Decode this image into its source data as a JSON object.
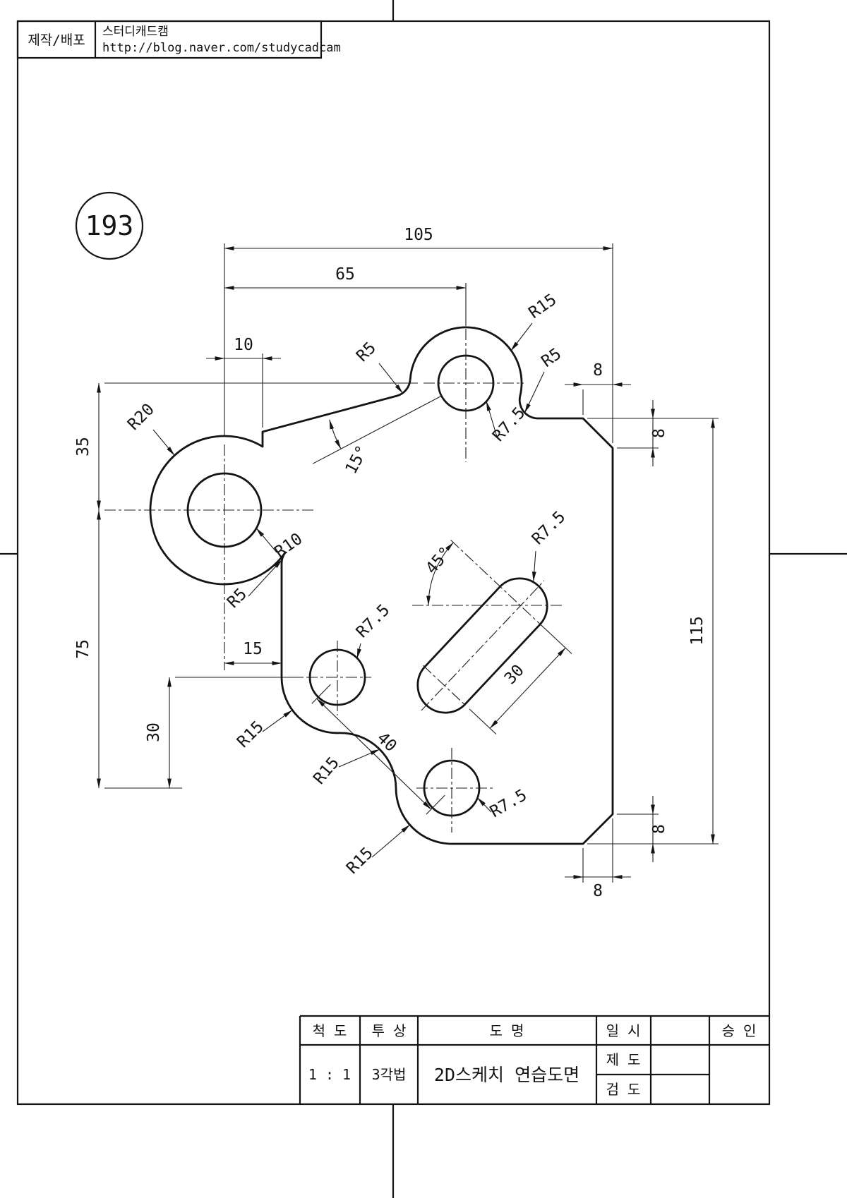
{
  "header": {
    "label": "제작/배포",
    "brand": "스터디캐드캠",
    "url": "http://blog.naver.com/studycadcam"
  },
  "drawing_number": "193",
  "dims": {
    "w105": "105",
    "w65": "65",
    "w10": "10",
    "h35": "35",
    "h75": "75",
    "h30_left": "30",
    "w15": "15",
    "h115": "115",
    "slot30": "30",
    "c40": "40",
    "ch8_top": "8",
    "ch8_right_top": "8",
    "ch8_right_bottom": "8",
    "ch8_bottom": "8",
    "angle15": "15°",
    "angle45": "45°"
  },
  "radii": {
    "r15_top_boss": "R15",
    "r5_top_left": "R5",
    "r5_top_right": "R5",
    "r7_5_top_hole": "R7.5",
    "r20_boss": "R20",
    "r10_hole": "R10",
    "r7_5_slot": "R7.5",
    "r5_left": "R5",
    "r7_5_mid_hole": "R7.5",
    "r15_mid_boss": "R15",
    "r15_fillet": "R15",
    "r7_5_bottom_hole": "R7.5",
    "r15_bottom_boss": "R15"
  },
  "title_block": {
    "scale_label": "척 도",
    "scale_value": "1 : 1",
    "projection_label": "투 상",
    "projection_value": "3각법",
    "name_label": "도    명",
    "name_value": "2D스케치 연습도면",
    "date_label": "일 시",
    "draft_label": "제 도",
    "check_label": "검 도",
    "approve_label": "승 인"
  }
}
